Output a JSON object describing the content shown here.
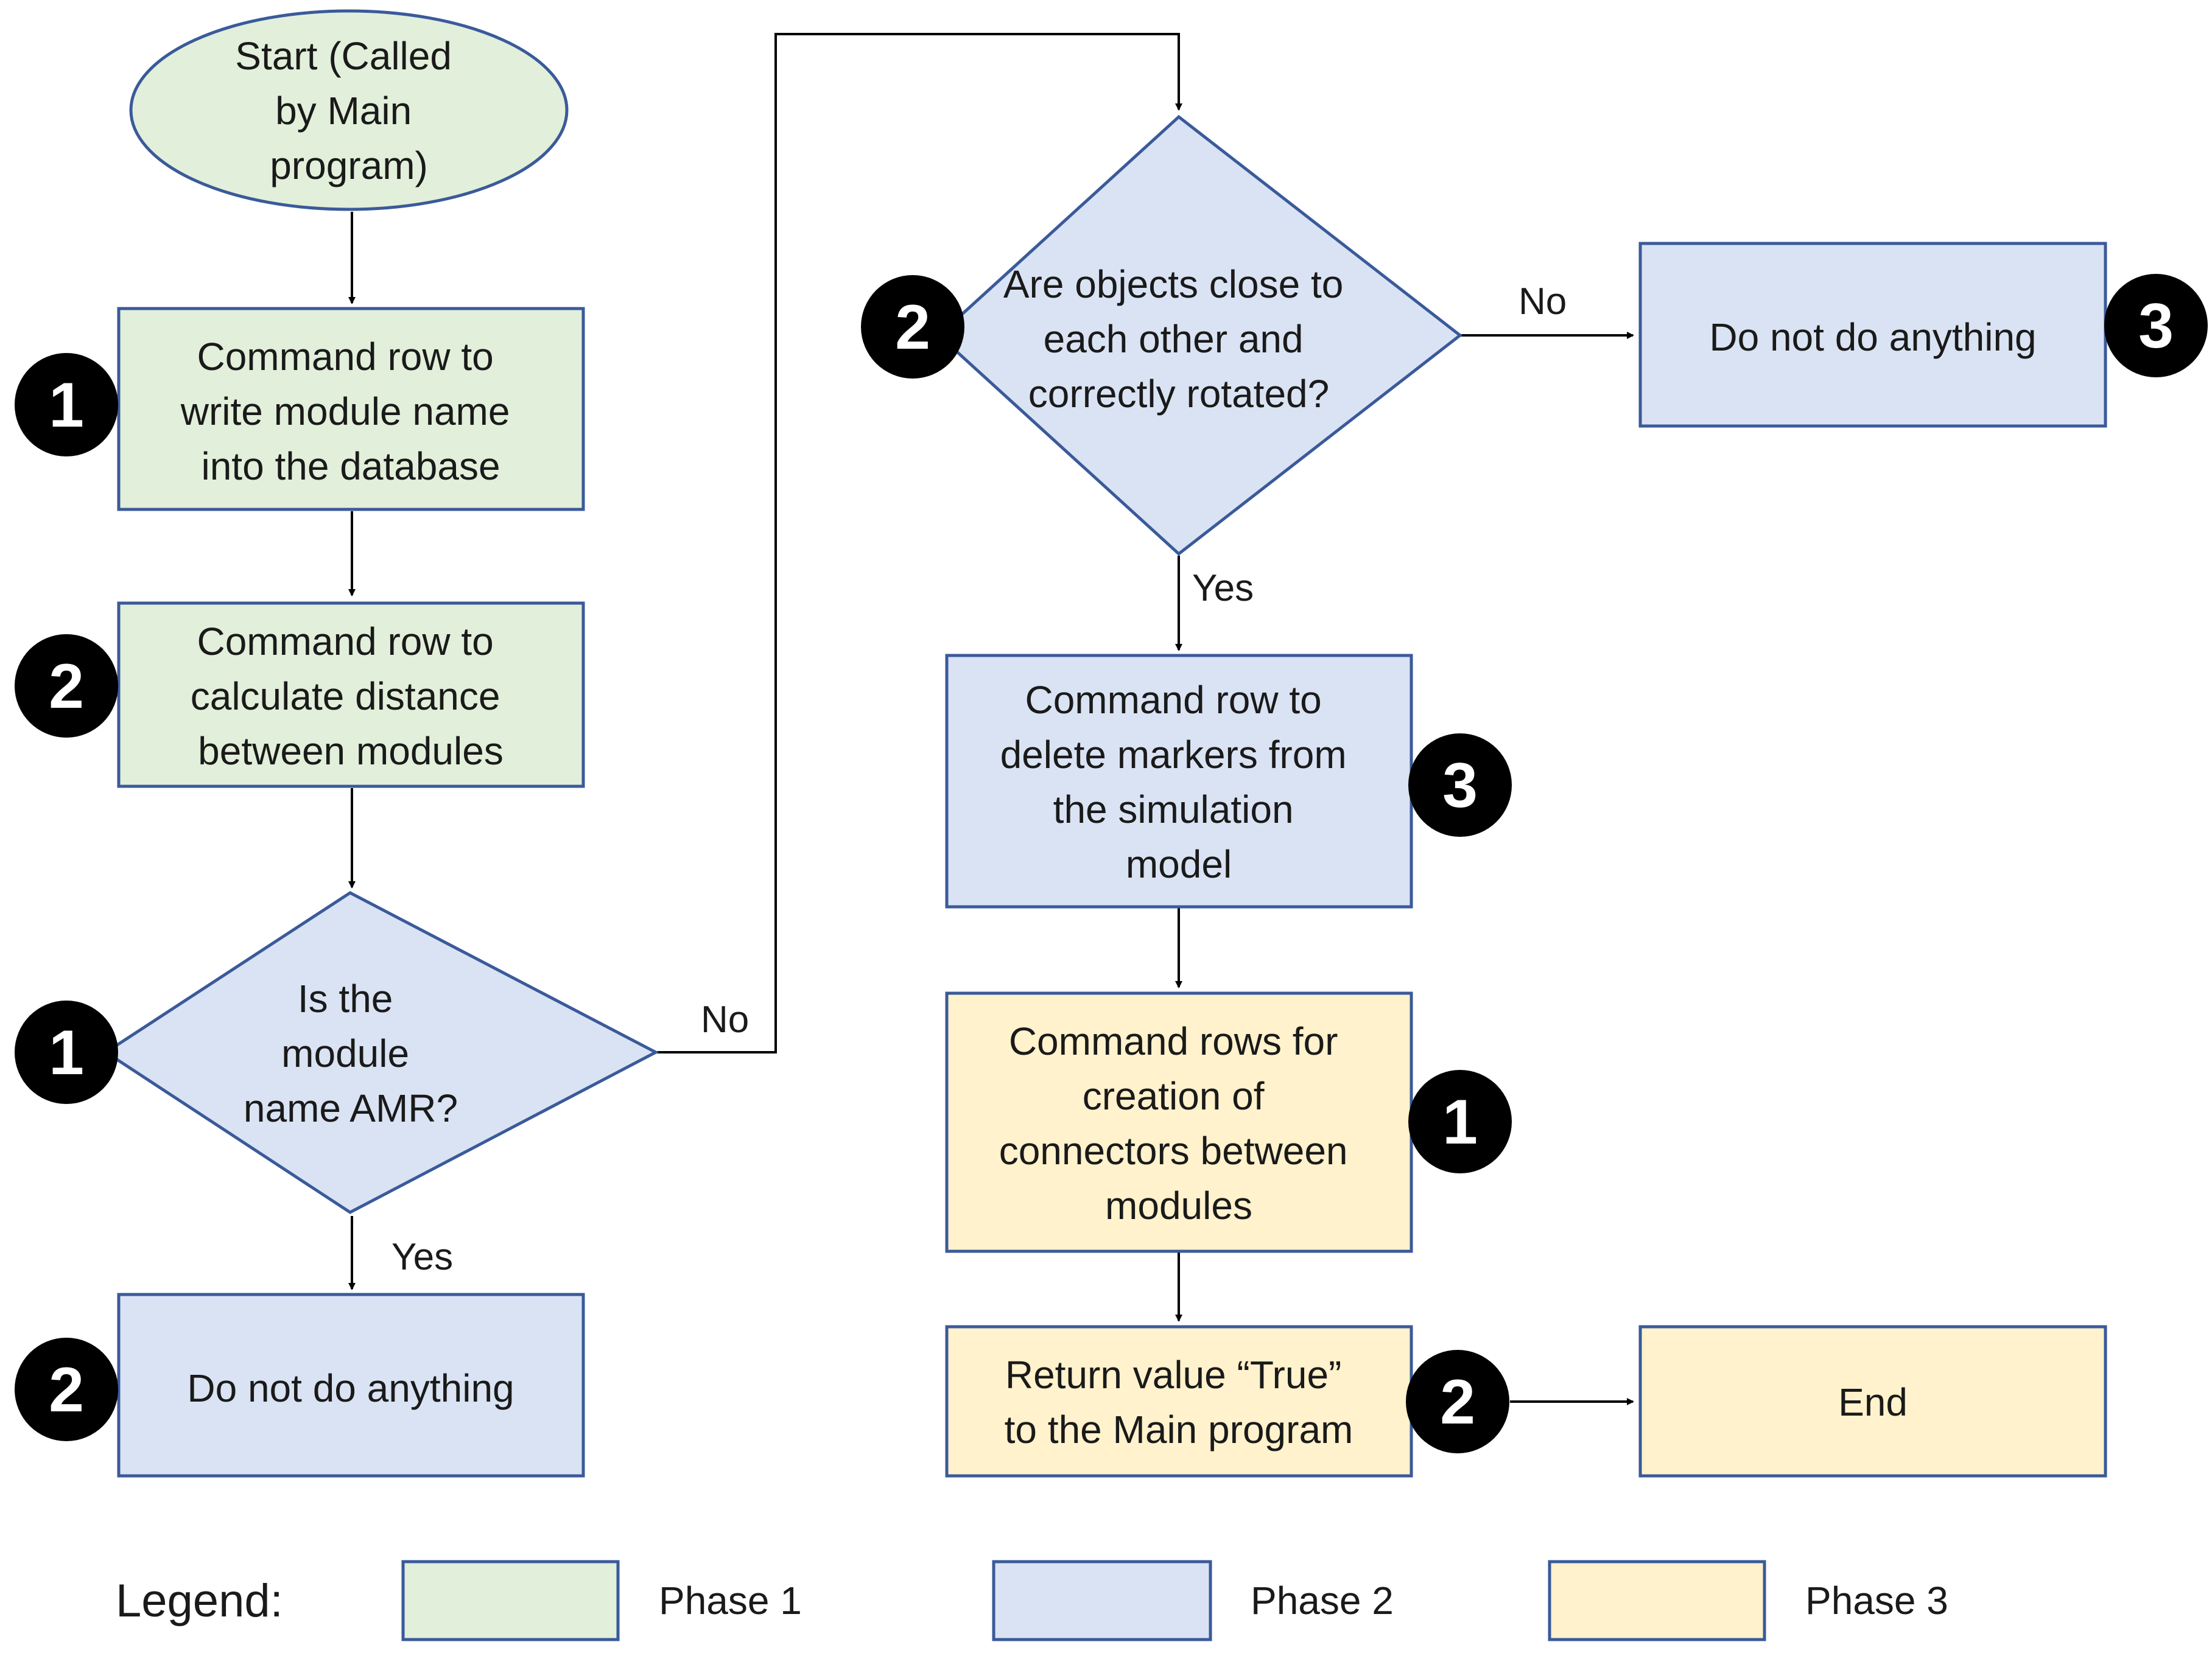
{
  "colors": {
    "phase1": "#e2efda",
    "phase2": "#dae3f3",
    "phase3": "#fff2cc",
    "border": "#3a5a9a",
    "badge": "#000000"
  },
  "nodes": {
    "start": {
      "lines": [
        "Start (Called",
        "by Main",
        "program)"
      ]
    },
    "write_module": {
      "lines": [
        "Command row to",
        "write module name",
        "into the database"
      ],
      "badge": "1"
    },
    "calc_distance": {
      "lines": [
        "Command row to",
        "calculate distance",
        "between modules"
      ],
      "badge": "2"
    },
    "is_amr": {
      "lines": [
        "Is the",
        "module",
        "name AMR?"
      ],
      "badge": "1"
    },
    "do_nothing_left": {
      "lines": [
        "Do not do anything"
      ],
      "badge": "2"
    },
    "objects_close": {
      "lines": [
        "Are objects close to",
        "each other and",
        "correctly rotated?"
      ],
      "badge": "2"
    },
    "do_nothing_right": {
      "lines": [
        "Do not do anything"
      ],
      "badge": "3"
    },
    "delete_markers": {
      "lines": [
        "Command row to",
        "delete markers from",
        "the simulation",
        "model"
      ],
      "badge": "3"
    },
    "create_connectors": {
      "lines": [
        "Command rows for",
        "creation of",
        "connectors between",
        "modules"
      ],
      "badge": "1"
    },
    "return_true": {
      "lines": [
        "Return value “True”",
        "to the Main program"
      ],
      "badge": "2"
    },
    "end": {
      "lines": [
        "End"
      ]
    }
  },
  "edge_labels": {
    "amr_no": "No",
    "amr_yes": "Yes",
    "close_no": "No",
    "close_yes": "Yes"
  },
  "legend": {
    "title": "Legend:",
    "items": [
      {
        "label": "Phase 1",
        "color": "#e2efda"
      },
      {
        "label": "Phase 2",
        "color": "#dae3f3"
      },
      {
        "label": "Phase 3",
        "color": "#fff2cc"
      }
    ]
  }
}
